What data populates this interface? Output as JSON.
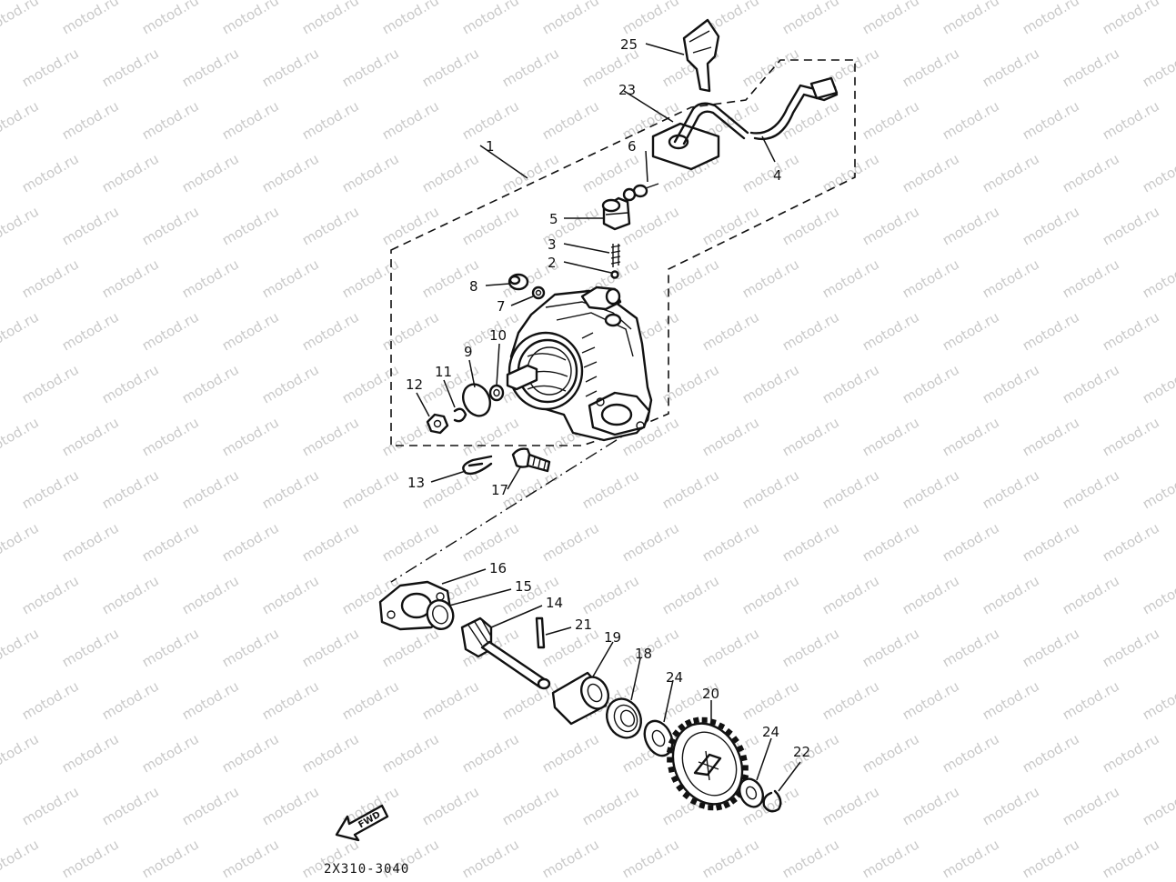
{
  "watermark": "motod.ru",
  "diagram_code": "2X310-3040",
  "fwd_label": "FWD",
  "callouts": [
    {
      "id": "1",
      "text": "1"
    },
    {
      "id": "2",
      "text": "2"
    },
    {
      "id": "3",
      "text": "3"
    },
    {
      "id": "4",
      "text": "4"
    },
    {
      "id": "5",
      "text": "5"
    },
    {
      "id": "6",
      "text": "6"
    },
    {
      "id": "7",
      "text": "7"
    },
    {
      "id": "8",
      "text": "8"
    },
    {
      "id": "9",
      "text": "9"
    },
    {
      "id": "10",
      "text": "10"
    },
    {
      "id": "11",
      "text": "11"
    },
    {
      "id": "12",
      "text": "12"
    },
    {
      "id": "13",
      "text": "13"
    },
    {
      "id": "14",
      "text": "14"
    },
    {
      "id": "15",
      "text": "15"
    },
    {
      "id": "16",
      "text": "16"
    },
    {
      "id": "17",
      "text": "17"
    },
    {
      "id": "18",
      "text": "18"
    },
    {
      "id": "19",
      "text": "19"
    },
    {
      "id": "20",
      "text": "20"
    },
    {
      "id": "21",
      "text": "21"
    },
    {
      "id": "22",
      "text": "22"
    },
    {
      "id": "23",
      "text": "23"
    },
    {
      "id": "24a",
      "text": "24"
    },
    {
      "id": "24b",
      "text": "24"
    },
    {
      "id": "25",
      "text": "25"
    }
  ]
}
